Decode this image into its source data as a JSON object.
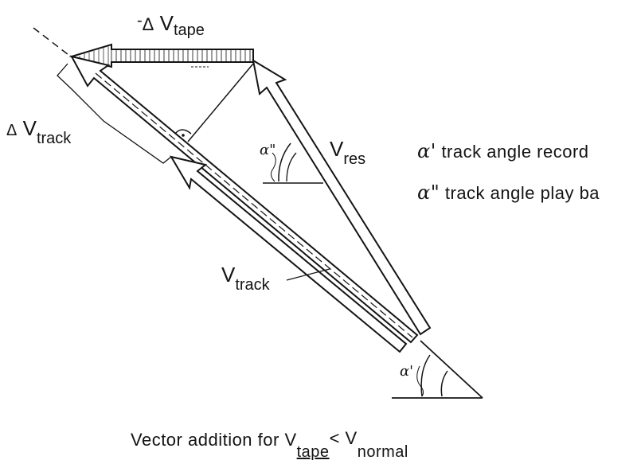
{
  "labels": {
    "delta_v_tape": {
      "prefix": "-",
      "symbol": "Δ",
      "main": "V",
      "sub": "tape"
    },
    "delta_v_track": {
      "symbol": "Δ",
      "main": "V",
      "sub": "track"
    },
    "v_res": {
      "main": "V",
      "sub": "res"
    },
    "v_track": {
      "main": "V",
      "sub": "track"
    },
    "alpha_double_prime": "α\"",
    "alpha_prime": "α'"
  },
  "legend": [
    {
      "symbol": "α'",
      "text": "track angle record"
    },
    {
      "symbol": "α\"",
      "text": "track angle play ba"
    }
  ],
  "caption": {
    "text": "Vector addition for V",
    "sub1": "tape",
    "rel": "< V",
    "sub2": "normal"
  },
  "colors": {
    "ink": "#141414",
    "paper": "#ffffff",
    "hatch": "#6a6a6a"
  }
}
